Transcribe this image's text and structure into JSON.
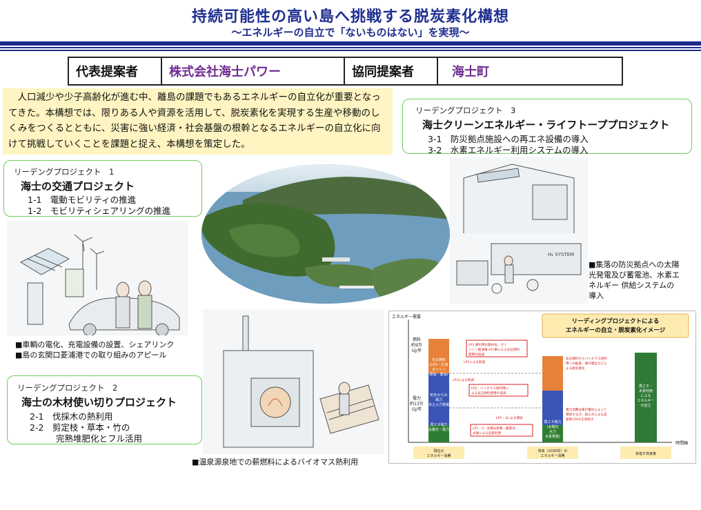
{
  "header": {
    "title": "持続可能性の高い島へ挑戦する脱炭素化構想",
    "subtitle": "～エネルギーの自立で「ないものはない」を実現～"
  },
  "proposers": {
    "lead_label": "代表提案者",
    "lead_name": "株式会社海士パワー",
    "co_label": "協同提案者",
    "co_name": "海士町"
  },
  "intro_text": "人口減少や少子高齢化が進む中、離島の課題でもあるエネルギーの自立化が重要となってきた。本構想では、限りある人や資源を活用して、脱炭素化を実現する生産や移動のしくみをつくるとともに、災害に強い経済・社会基盤の根幹となるエネルギーの自立化に向けて挑戦していくことを課題と捉え、本構想を策定した。",
  "projects": [
    {
      "label": "リーデングプロジェクト　1",
      "title": "海士の交通プロジェクト",
      "items": [
        "1-1　電動モビリティの推進",
        "1-2　モビリティシェアリングの推進"
      ]
    },
    {
      "label": "リーデングプロジェクト　2",
      "title": "海士の木材使い切りプロジェクト",
      "items": [
        "2-1　伐採木の熱利用",
        "2-2　剪定枝・草本・竹の",
        "完熟堆肥化とフル活用"
      ]
    },
    {
      "label": "リーデングプロジェクト　3",
      "title": "海士クリーンエネルギー・ライフトーププロジェクト",
      "items": [
        "3-1　防災拠点施設への再エネ設備の導入",
        "3-2　水素エネルギー利用システムの導入"
      ]
    }
  ],
  "captions": {
    "p1": [
      "■車輌の電化、充電設備の設置、シェアリンク",
      "■島の玄関口菱浦港での取り組みのアピール"
    ],
    "p2": "■温泉源泉地での薪燃料によるバイオマス熱利用",
    "p3": [
      "■集落の防災拠点への太陽",
      "光発電及び蓄電池、水素エ",
      "ネルギー 供給システムの",
      "導入"
    ]
  },
  "sketch_labels": {
    "h2": "H₂ SYSTEM"
  },
  "chart_data": {
    "type": "bar",
    "title": "リーディングプロジェクトによるエネルギーの自立・脱炭素化イメージ",
    "title_lines": [
      "リーディングプロジェクトによる",
      "エネルギーの自立・脱炭素化イメージ"
    ],
    "ylabel": "エネルギー需要",
    "xlabel": "時間軸",
    "categories": [
      "現在の\nエネルギー消費",
      "将来（2030年）の\nエネルギー消費",
      "目指す将来像"
    ],
    "category_lines": [
      [
        "現在の",
        "エネルギー消費"
      ],
      [
        "将来（2030年）の",
        "エネルギー消費"
      ],
      [
        "目指す将来像"
      ]
    ],
    "y_annotations": [
      {
        "key": "fuel",
        "lines": [
          "燃料",
          "約9万",
          "GJ/年"
        ]
      },
      {
        "key": "elec",
        "lines": [
          "電力",
          "約13万",
          "GJ/年"
        ]
      }
    ],
    "series": [
      {
        "name": "再エネ電力",
        "values": [
          1,
          1,
          0
        ]
      },
      {
        "name": "化石燃料",
        "values": [
          3,
          2,
          0
        ]
      },
      {
        "name": "化石燃料（燃料）",
        "values": [
          2,
          2,
          0
        ]
      },
      {
        "name": "再エネ・水素利用によるエネルギーの自立",
        "values": [
          0,
          0,
          4
        ]
      }
    ],
    "bar_texts": [
      [
        "再エネ電力",
        "(太陽光・風力)"
      ],
      [
        "町外からの",
        "電力",
        "(本土火力発電)"
      ],
      [
        "化石燃料",
        "(LPG・灯油",
        "ガソリン",
        "軽油・重油)"
      ],
      [
        "再エネ電力",
        "(太陽光",
        "水力",
        "水素発電)"
      ],
      [
        "再エネ・",
        "水素利用",
        "による",
        "エネルギー",
        "の自立"
      ]
    ],
    "annotations": [
      "LP1:車利用の集約化、ガソリン・軽油車⇒EV車による化石燃料使用の低減",
      "LP1による削減",
      "LP2による削減",
      "LP2：バイオマス熱利用による化石燃料使用の低減",
      "LP1・3による増加",
      "LP1・3：太陽光発電・蓄電池・水素による自家利用",
      "化石燃料からバイオマス熱利用への転換、車の電化などによる脱炭素化",
      "電力消費は車の電化によって増加するが、再エネによる自給率100%を目指す"
    ],
    "colors": {
      "fuel": "#e8823a",
      "grid": "#3a55b5",
      "renewable": "#2e7d32",
      "target": "#2f7a35",
      "note_red": "#d71f1f"
    }
  }
}
